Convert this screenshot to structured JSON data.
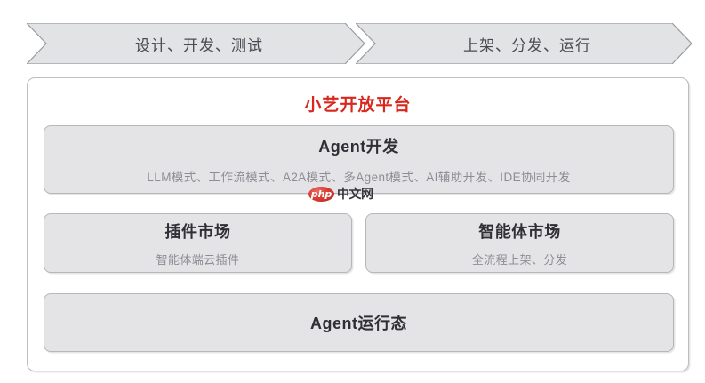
{
  "diagram": {
    "title": "小艺开放平台",
    "title_color": "#d9271d",
    "panel_bg": "#e4e4e6",
    "panel_border": "#b6b6bb",
    "stages": [
      {
        "label": "设计、开发、测试"
      },
      {
        "label": "上架、分发、运行"
      }
    ],
    "panels": {
      "agent_dev": {
        "title": "Agent开发",
        "subtitle": "LLM模式、工作流模式、A2A模式、多Agent模式、AI辅助开发、IDE协同开发"
      },
      "plugin_market": {
        "title": "插件市场",
        "subtitle": "智能体端云插件"
      },
      "agent_market": {
        "title": "智能体市场",
        "subtitle": "全流程上架、分发"
      },
      "agent_runtime": {
        "title": "Agent运行态"
      }
    },
    "watermark": {
      "badge": "php",
      "text": "中文网"
    }
  }
}
